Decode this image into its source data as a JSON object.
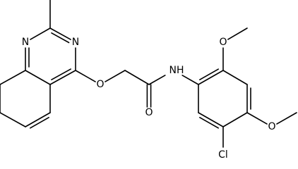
{
  "molecule": {
    "atoms": [
      {
        "id": "C2",
        "label": ""
      },
      {
        "id": "N3",
        "label": "N"
      },
      {
        "id": "C4",
        "label": ""
      },
      {
        "id": "C4a",
        "label": ""
      },
      {
        "id": "C8a",
        "label": ""
      },
      {
        "id": "N1",
        "label": "N"
      },
      {
        "id": "C5",
        "label": ""
      },
      {
        "id": "C6",
        "label": ""
      },
      {
        "id": "C7",
        "label": ""
      },
      {
        "id": "C8",
        "label": ""
      },
      {
        "id": "Me",
        "label": ""
      },
      {
        "id": "O1",
        "label": "O"
      },
      {
        "id": "CH2",
        "label": ""
      },
      {
        "id": "Cco",
        "label": ""
      },
      {
        "id": "Oco",
        "label": "O"
      },
      {
        "id": "NH",
        "label": "NH"
      },
      {
        "id": "A1",
        "label": ""
      },
      {
        "id": "A2",
        "label": ""
      },
      {
        "id": "A3",
        "label": ""
      },
      {
        "id": "A4",
        "label": ""
      },
      {
        "id": "A5",
        "label": ""
      },
      {
        "id": "A6",
        "label": ""
      },
      {
        "id": "O2",
        "label": "O"
      },
      {
        "id": "Me2",
        "label": ""
      },
      {
        "id": "O4",
        "label": "O"
      },
      {
        "id": "Me4",
        "label": ""
      },
      {
        "id": "Cl",
        "label": "Cl"
      }
    ],
    "bonds": [
      {
        "a": "C2",
        "b": "N3",
        "order": 2
      },
      {
        "a": "N3",
        "b": "C4",
        "order": 1
      },
      {
        "a": "C4",
        "b": "C4a",
        "order": 2
      },
      {
        "a": "C4a",
        "b": "C8a",
        "order": 1
      },
      {
        "a": "C8a",
        "b": "N1",
        "order": 2
      },
      {
        "a": "N1",
        "b": "C2",
        "order": 1
      },
      {
        "a": "C2",
        "b": "Me",
        "order": 1
      },
      {
        "a": "C4a",
        "b": "C5",
        "order": 1
      },
      {
        "a": "C5",
        "b": "C6",
        "order": 2
      },
      {
        "a": "C6",
        "b": "C7",
        "order": 1
      },
      {
        "a": "C7",
        "b": "C8",
        "order": 2
      },
      {
        "a": "C8",
        "b": "C8a",
        "order": 1
      },
      {
        "a": "C4",
        "b": "O1",
        "order": 1
      },
      {
        "a": "O1",
        "b": "CH2",
        "order": 1
      },
      {
        "a": "CH2",
        "b": "Cco",
        "order": 1
      },
      {
        "a": "Cco",
        "b": "Oco",
        "order": 2
      },
      {
        "a": "Cco",
        "b": "NH",
        "order": 1
      },
      {
        "a": "NH",
        "b": "A1",
        "order": 1
      },
      {
        "a": "A1",
        "b": "A2",
        "order": 2
      },
      {
        "a": "A2",
        "b": "A3",
        "order": 1
      },
      {
        "a": "A3",
        "b": "A4",
        "order": 2
      },
      {
        "a": "A4",
        "b": "A5",
        "order": 1
      },
      {
        "a": "A5",
        "b": "A6",
        "order": 2
      },
      {
        "a": "A6",
        "b": "A1",
        "order": 1
      },
      {
        "a": "A2",
        "b": "O2",
        "order": 1
      },
      {
        "a": "O2",
        "b": "Me2",
        "order": 1
      },
      {
        "a": "A4",
        "b": "O4",
        "order": 1
      },
      {
        "a": "O4",
        "b": "Me4",
        "order": 1
      },
      {
        "a": "A5",
        "b": "Cl",
        "order": 1
      }
    ]
  }
}
